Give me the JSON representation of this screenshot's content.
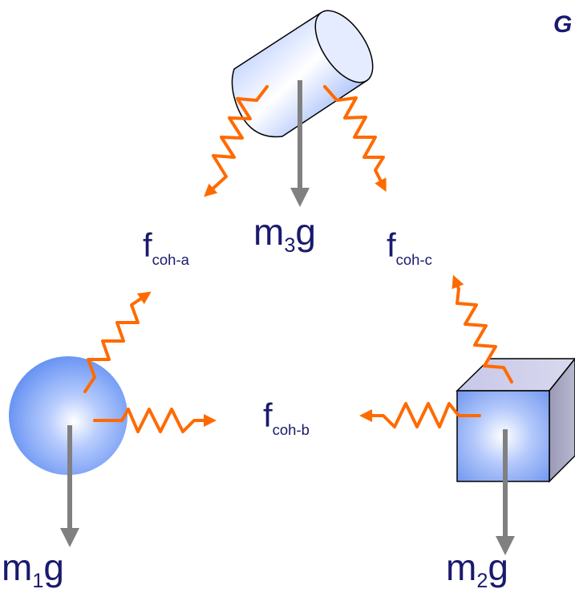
{
  "corner_text": "G",
  "colors": {
    "text": "#1a1a6e",
    "force_arrow": "#808080",
    "cohesion_wave": "#ff6a00",
    "object_fill": "#7fa6ff",
    "object_edge": "#000000"
  },
  "objects": [
    {
      "name": "sphere",
      "mass_label": {
        "prefix": "m",
        "index": "1",
        "suffix": "g"
      }
    },
    {
      "name": "cube",
      "mass_label": {
        "prefix": "m",
        "index": "2",
        "suffix": "g"
      }
    },
    {
      "name": "cylinder",
      "mass_label": {
        "prefix": "m",
        "index": "3",
        "suffix": "g"
      }
    }
  ],
  "cohesion_forces": [
    {
      "id": "a",
      "symbol": "f",
      "subscript": "coh-a"
    },
    {
      "id": "b",
      "symbol": "f",
      "subscript": "coh-b"
    },
    {
      "id": "c",
      "symbol": "f",
      "subscript": "coh-c"
    }
  ]
}
